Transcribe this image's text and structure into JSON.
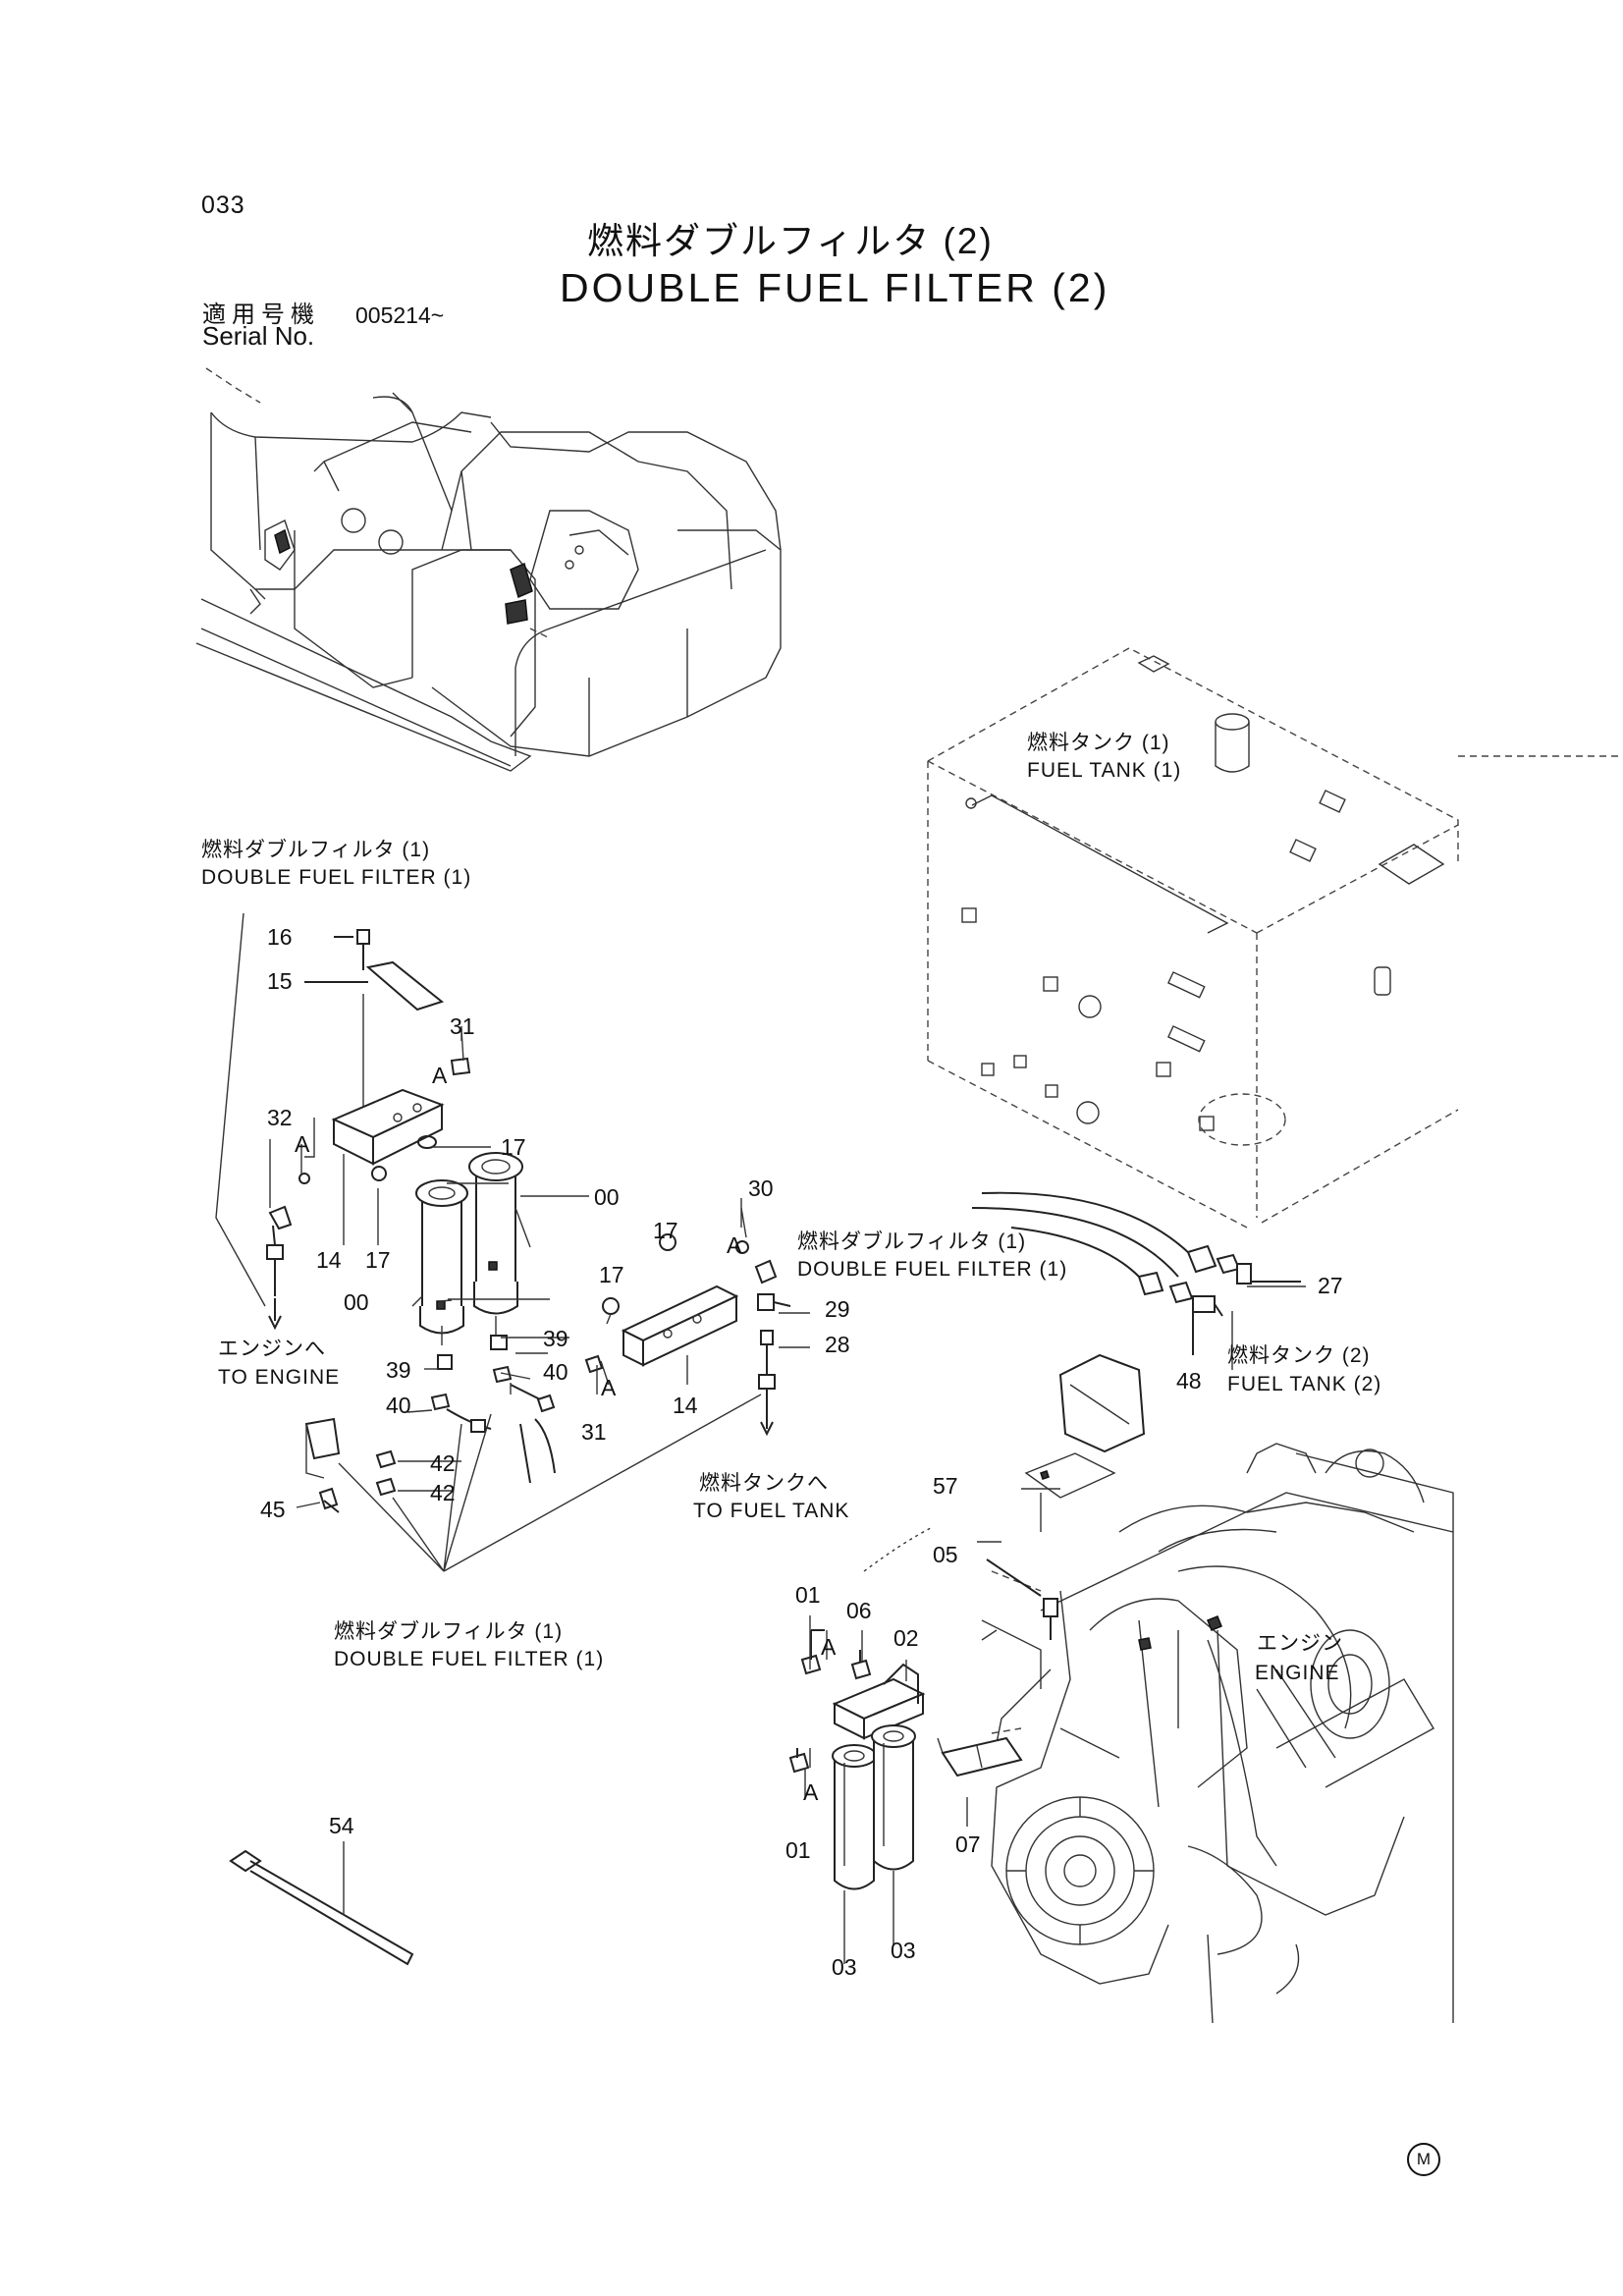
{
  "header": {
    "page_number": "033",
    "title_jp": "燃料ダブルフィルタ (2)",
    "title_en": "DOUBLE FUEL FILTER (2)",
    "serial_label_jp": "適用号機",
    "serial_label_en": "Serial No.",
    "serial_value": "005214~"
  },
  "labels": {
    "filter1_top_jp": "燃料ダブルフィルタ (1)",
    "filter1_top_en": "DOUBLE FUEL FILTER (1)",
    "tank1_jp": "燃料タンク (1)",
    "tank1_en": "FUEL TANK (1)",
    "filter1_mid_jp": "燃料ダブルフィルタ (1)",
    "filter1_mid_en": "DOUBLE FUEL FILTER (1)",
    "tank2_jp": "燃料タンク (2)",
    "tank2_en": "FUEL TANK (2)",
    "to_engine_jp": "エンジンへ",
    "to_engine_en": "TO ENGINE",
    "to_tank_jp": "燃料タンクへ",
    "to_tank_en": "TO FUEL TANK",
    "filter1_bottom_jp": "燃料ダブルフィルタ (1)",
    "filter1_bottom_en": "DOUBLE FUEL FILTER (1)",
    "engine_jp": "エンジン",
    "engine_en": "ENGINE",
    "manufacturer_mark": "M"
  },
  "part_numbers": {
    "p16": "16",
    "p15": "15",
    "p31a": "31",
    "a_31": "A",
    "p32": "32",
    "a_32": "A",
    "p17a": "17",
    "p00a": "00",
    "p14a": "14",
    "p17b": "17",
    "p00b": "00",
    "p17c": "17",
    "p17d": "17",
    "p30": "30",
    "a_30": "A",
    "p29": "29",
    "p28": "28",
    "p39a": "39",
    "p39b": "39",
    "p40a": "40",
    "p40b": "40",
    "a_31b": "A",
    "p31b": "31",
    "p14b": "14",
    "p42a": "42",
    "p42b": "42",
    "p45": "45",
    "p27": "27",
    "p48": "48",
    "p57": "57",
    "p05": "05",
    "p01a": "01",
    "p06": "06",
    "p02": "02",
    "a_01a": "A",
    "a_01b": "A",
    "p01b": "01",
    "p07": "07",
    "p03a": "03",
    "p03b": "03",
    "p54": "54"
  }
}
